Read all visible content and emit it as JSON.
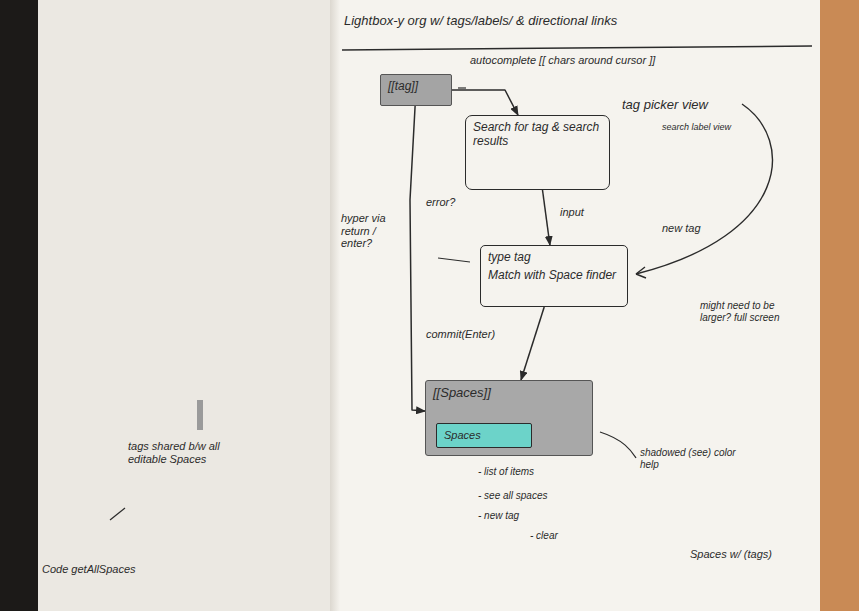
{
  "diagram": {
    "title": "Lightbox-y org w/ tags/labels/ & directional links",
    "nodes": [
      {
        "text": [
          "[[tag]]"
        ]
      },
      {
        "text": [
          "Search for tag & search results"
        ]
      },
      {
        "text": [
          "type tag",
          "Match with Space finder"
        ]
      },
      {
        "text": [
          "[[Spaces]]"
        ]
      },
      {
        "text": [
          "Spaces"
        ],
        "in": 3
      }
    ],
    "edges": [
      {
        "from": 0,
        "to": 1,
        "arrow": "to"
      },
      {
        "from": 1,
        "to": 2,
        "label": "input",
        "arrow": "to"
      },
      {
        "from": 0,
        "to": 3,
        "arrow": "to"
      },
      {
        "from": 2,
        "to": 3,
        "label": "commit(Enter)",
        "arrow": "to"
      }
    ],
    "labels": [
      "autocomplete [[ chars around cursor ]]",
      "tag picker view",
      "search label view",
      "error?",
      "new tag",
      "hyper via return / enter?",
      "might need to be larger? full screen",
      "shadowed (see) color help",
      "- list of items",
      "- see all spaces",
      "- new tag",
      "- clear",
      "Spaces w/ (tags)",
      "tags shared b/w all editable Spaces",
      "Code getAllSpaces"
    ]
  }
}
